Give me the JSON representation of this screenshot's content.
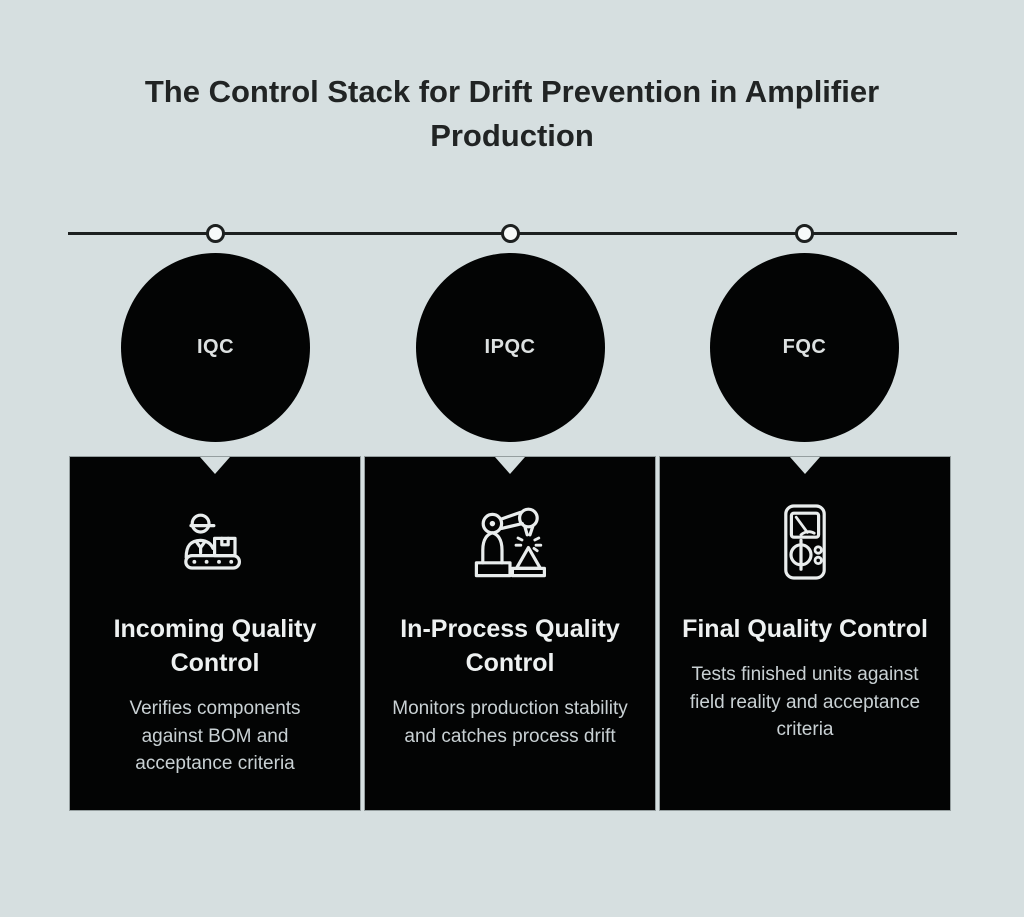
{
  "title": "The Control Stack for Drift Prevention in Amplifier Production",
  "colors": {
    "background": "#d6dfe0",
    "ink": "#212424",
    "panel": "#030404",
    "line": "#1d2020",
    "marker_fill": "#f7fafa",
    "circle_label": "#dde1e1",
    "card_title": "#eef1f1",
    "card_body": "#c9d1d4",
    "icon_stroke": "#e9eded"
  },
  "timeline": {
    "marker_count": 3
  },
  "stages": [
    {
      "abbr": "IQC",
      "title": "Incoming Quality Control",
      "description": "Verifies components against BOM and acceptance criteria",
      "icon": "worker-conveyor-icon"
    },
    {
      "abbr": "IPQC",
      "title": "In-Process Quality Control",
      "description": "Monitors production stability and catches process drift",
      "icon": "robot-arm-icon"
    },
    {
      "abbr": "FQC",
      "title": "Final Quality Control",
      "description": "Tests finished units against field reality and acceptance criteria",
      "icon": "multimeter-icon"
    }
  ]
}
